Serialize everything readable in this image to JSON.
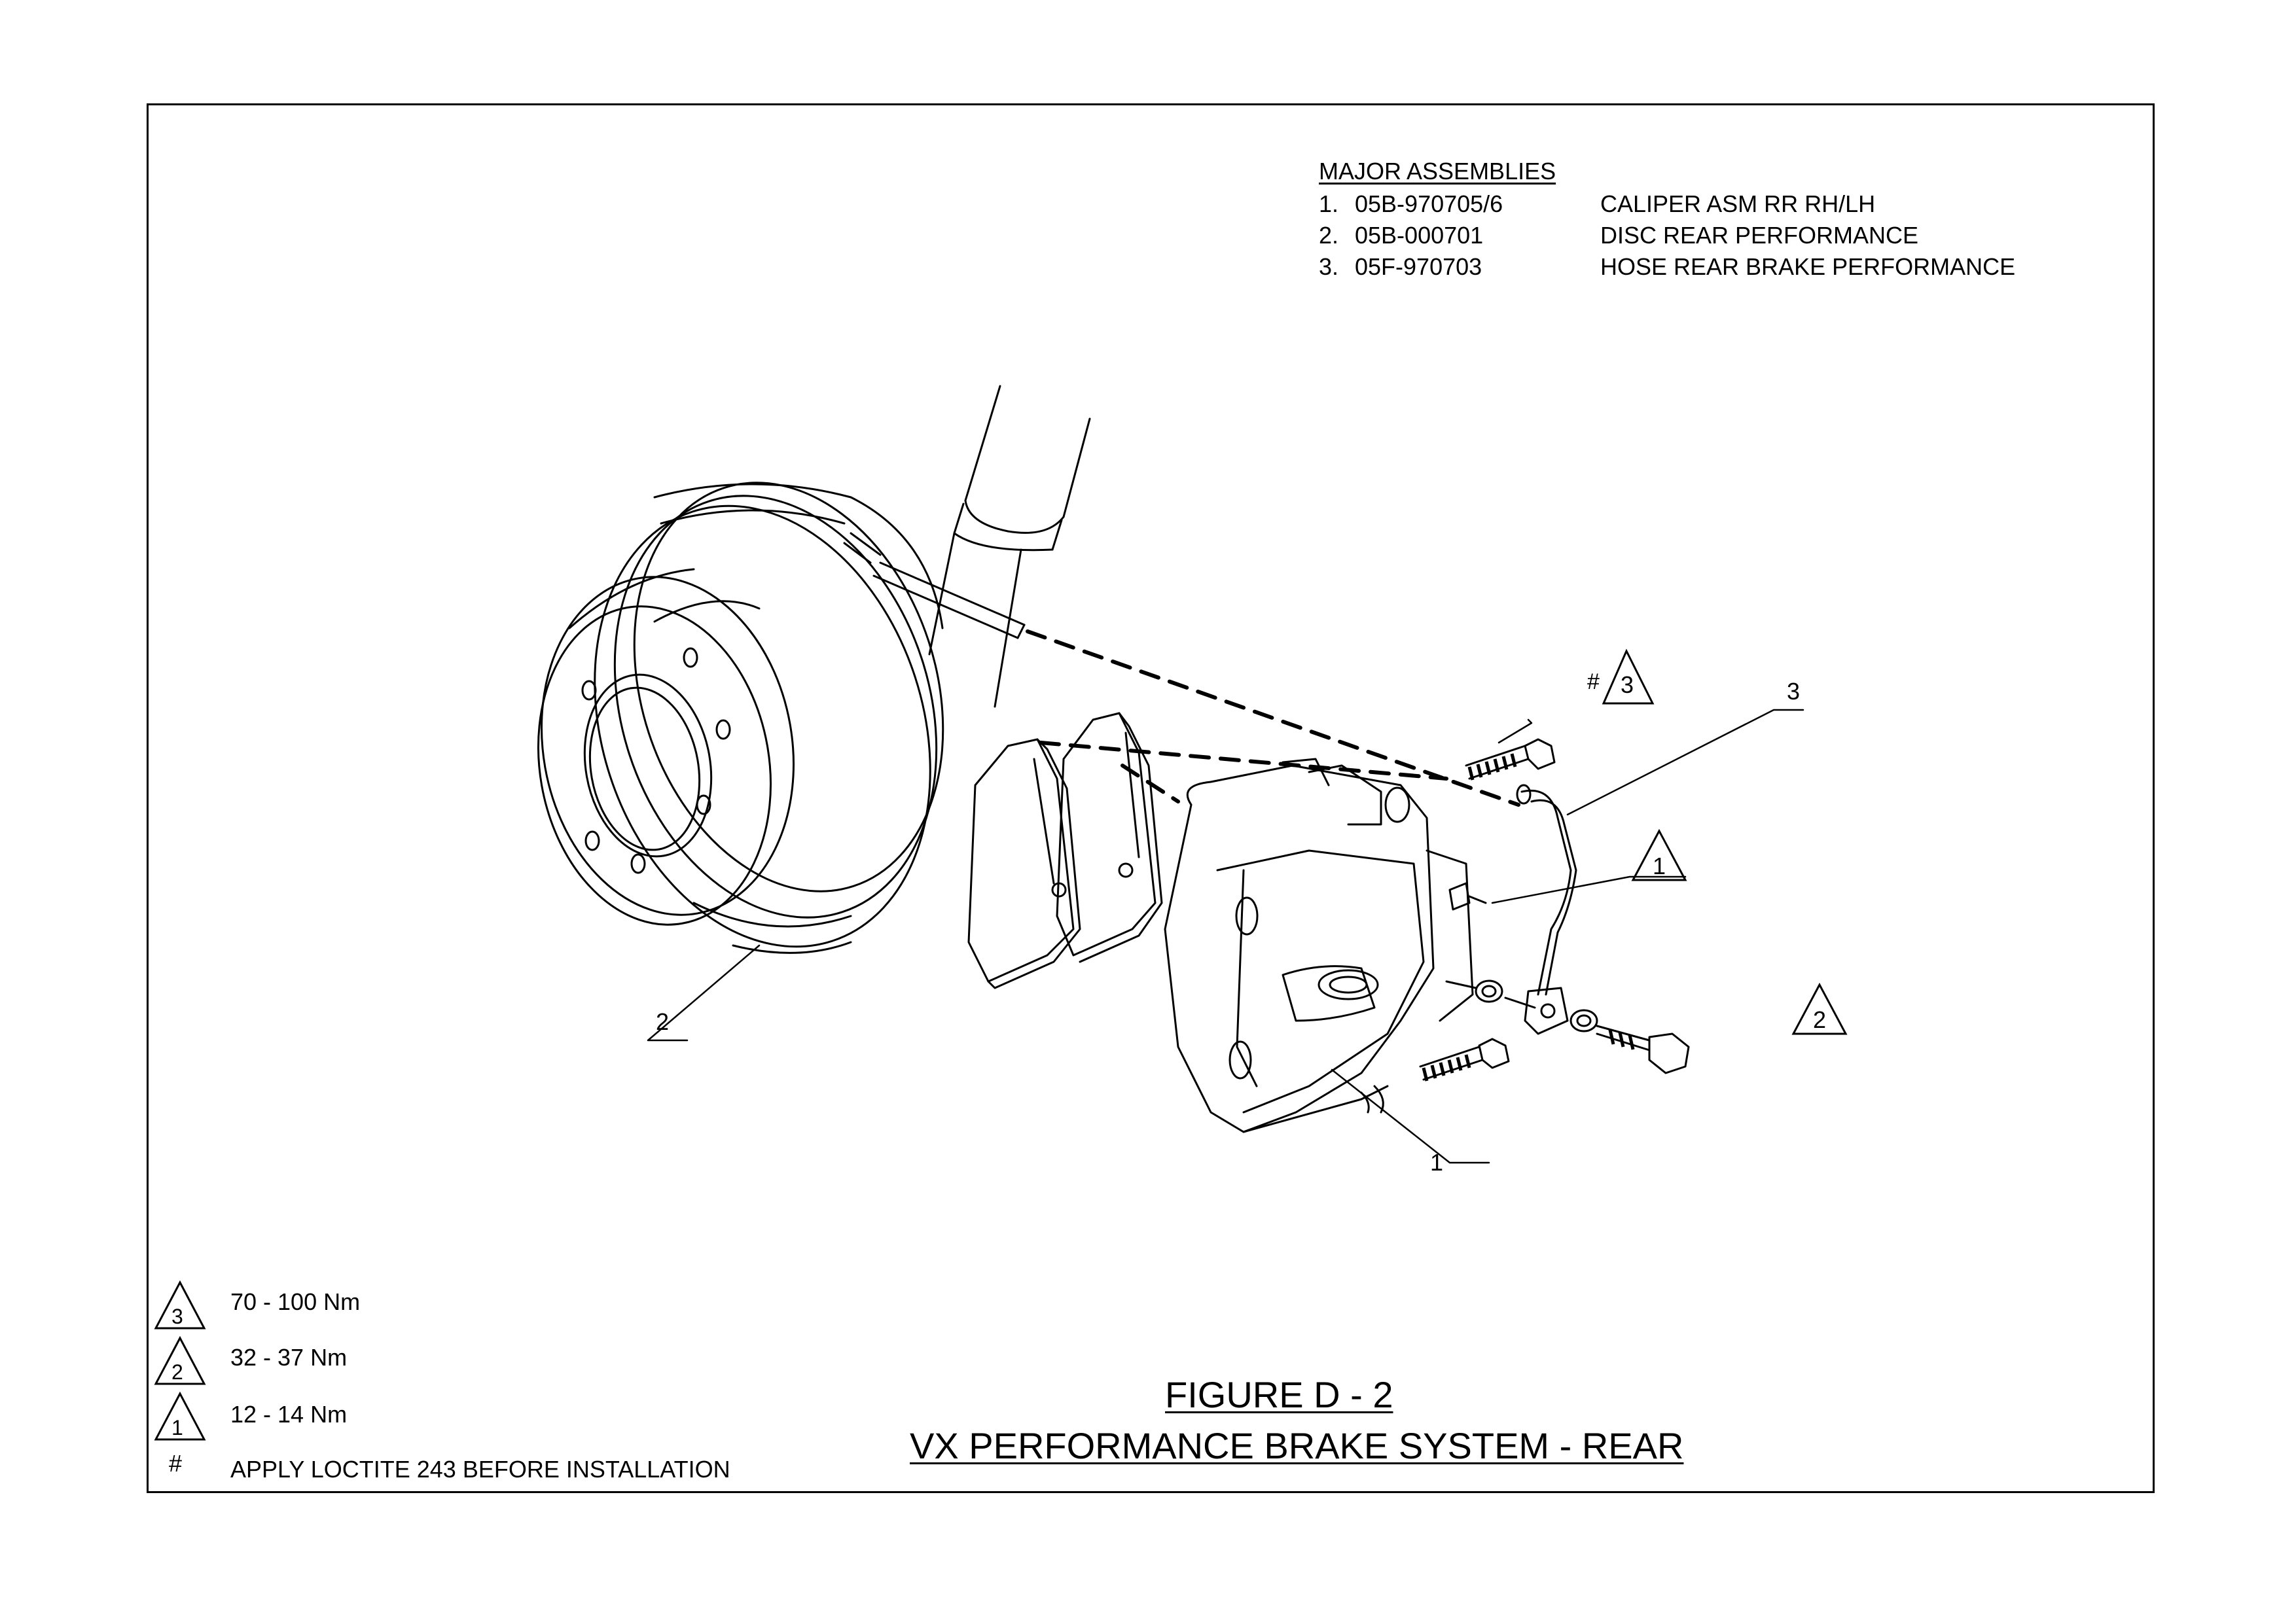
{
  "major_assemblies": {
    "title": "MAJOR ASSEMBLIES",
    "items": [
      {
        "index": "1.",
        "part_no": "05B-970705/6",
        "description": "CALIPER ASM RR RH/LH"
      },
      {
        "index": "2.",
        "part_no": "05B-000701",
        "description": "DISC REAR PERFORMANCE"
      },
      {
        "index": "3.",
        "part_no": "05F-970703",
        "description": "HOSE REAR BRAKE PERFORMANCE"
      }
    ]
  },
  "callouts": {
    "item1_caliper": "1",
    "item2_disc": "2",
    "item3_hose": "3",
    "torque_bolt_upper": "3",
    "torque_bolt_upper_prefix": "#",
    "torque_bleeder": "1",
    "torque_banjo": "2"
  },
  "legend": [
    {
      "symbol": "3",
      "text": "70 - 100 Nm"
    },
    {
      "symbol": "2",
      "text": "32 - 37 Nm"
    },
    {
      "symbol": "1",
      "text": "12 - 14 Nm"
    },
    {
      "symbol": "#",
      "text": "APPLY LOCTITE 243 BEFORE INSTALLATION"
    }
  ],
  "figure": {
    "number": "FIGURE D - 2",
    "title": "VX  PERFORMANCE BRAKE SYSTEM - REAR"
  }
}
